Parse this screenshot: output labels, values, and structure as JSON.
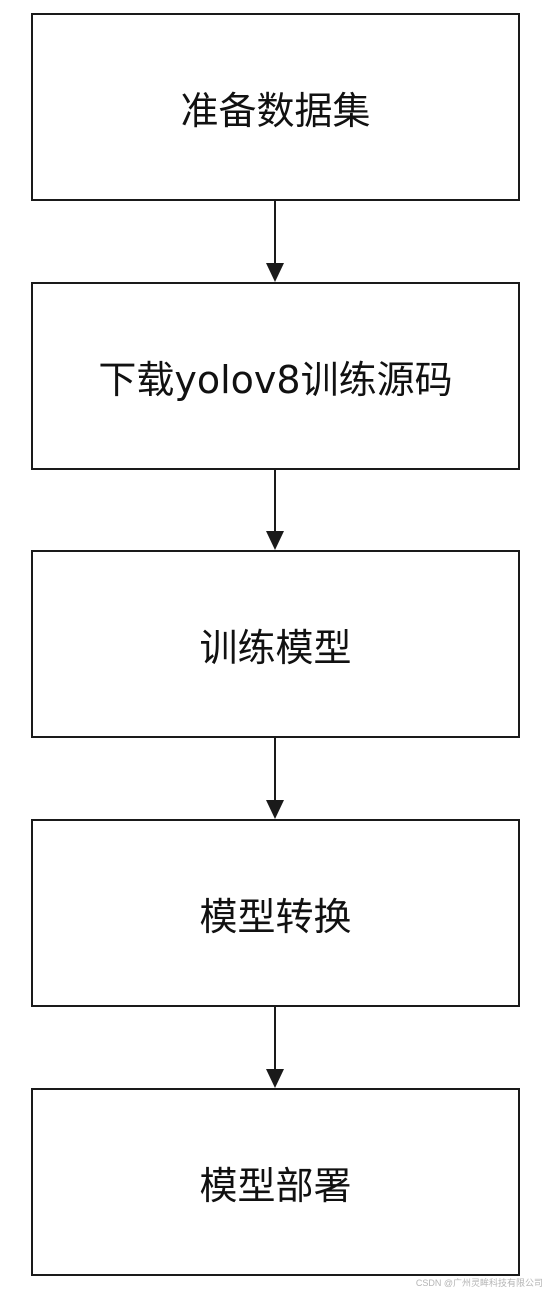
{
  "steps": [
    {
      "label": "准备数据集"
    },
    {
      "label": "下载yolov8训练源码"
    },
    {
      "label": "训练模型"
    },
    {
      "label": "模型转换"
    },
    {
      "label": "模型部署"
    }
  ],
  "watermark": "CSDN @广州灵眸科技有限公司",
  "colors": {
    "stroke": "#1a1a1a",
    "text": "#111111",
    "background": "#ffffff",
    "watermark": "#b5b5b5"
  }
}
